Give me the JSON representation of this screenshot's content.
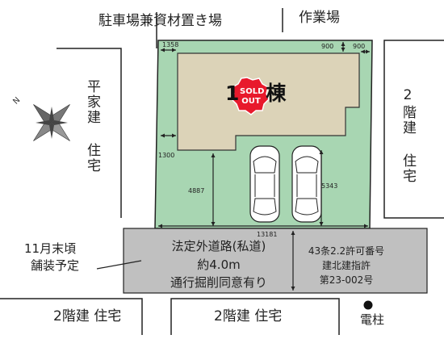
{
  "labels": {
    "top_left": "駐車場兼資材置き場",
    "top_right": "作業場",
    "left_house": "平家建 住宅",
    "right_house": "2階建 住宅",
    "building": "1棟",
    "sold_out_top": "SOLD",
    "sold_out_bottom": "OUT",
    "paving_note_1": "11月末頃",
    "paving_note_2": "舗装予定",
    "road_line_1": "法定外道路(私道)",
    "road_line_2": "約4.0m",
    "road_line_3": "通行掘削同意有り",
    "permit_1": "43条2.2許可番号",
    "permit_2": "建北建指許",
    "permit_3": "第23-002号",
    "bottom_left": "2階建 住宅",
    "bottom_mid": "2階建 住宅",
    "utility_pole": "電柱"
  },
  "dimensions": {
    "d1358": "1358",
    "d900a": "900",
    "d900b": "900",
    "d1300": "1300",
    "d4887": "4887",
    "d5343": "5343",
    "d13181": "13181"
  },
  "colors": {
    "lot": "#a8d6b2",
    "building": "#dcd3b8",
    "road": "#c0c0c0",
    "sold_badge": "#e8192c"
  }
}
